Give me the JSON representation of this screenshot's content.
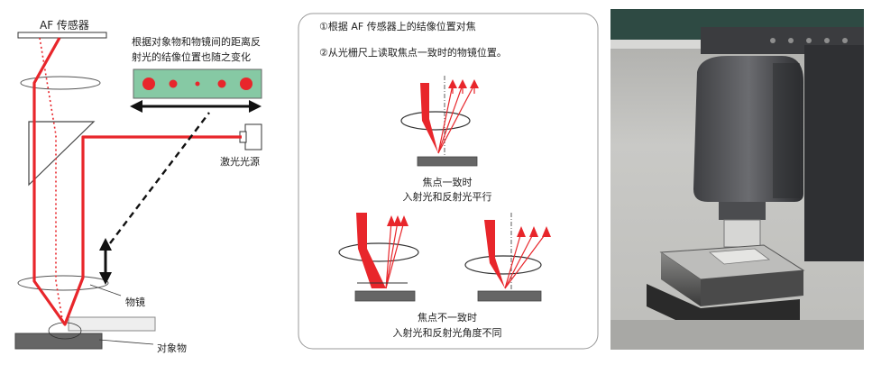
{
  "left": {
    "af_sensor_label": "AF 传感器",
    "variation_note_line1": "根据对象物和物镜间的距离反",
    "variation_note_line2": "射光的结像位置也随之变化",
    "laser_source_label": "激光光源",
    "objective_label": "物镜",
    "object_label": "对象物"
  },
  "middle": {
    "step1": "①根据 AF 传感器上的结像位置对焦",
    "step2": "②从光栅尺上读取焦点一致时的物镜位置。",
    "focused_title": "焦点一致时",
    "focused_desc": "入射光和反射光平行",
    "unfocused_title": "焦点不一致时",
    "unfocused_desc": "入射光和反射光角度不同"
  },
  "colors": {
    "beam": "#e8262b",
    "sensor_green": "#86c9a4",
    "panel_border": "#999999"
  }
}
